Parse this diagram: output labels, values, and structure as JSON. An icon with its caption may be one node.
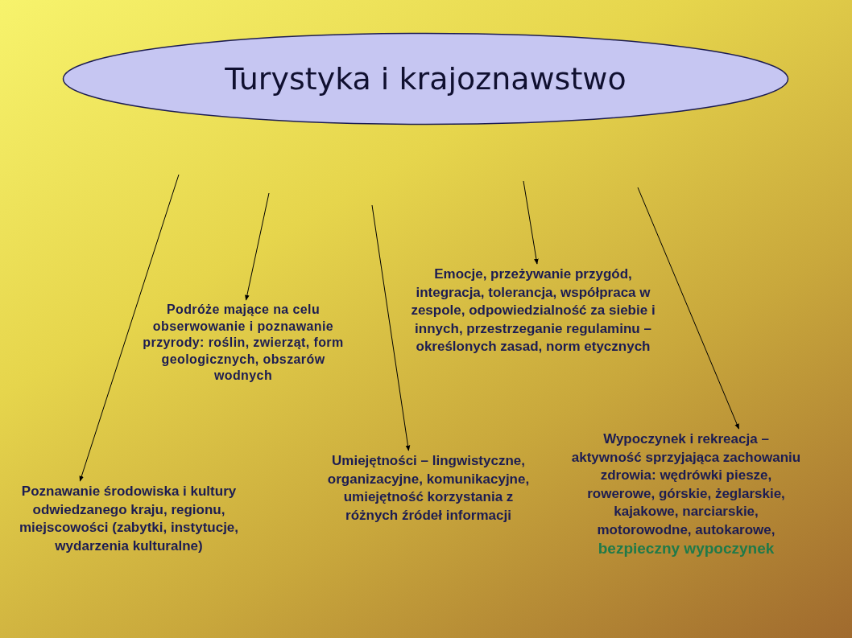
{
  "diagram": {
    "nodes": [
      {
        "text": [
          "Turystyka i krajoznawstwo"
        ]
      },
      {
        "text": [
          "Poznawanie środowiska i kultury odwiedzanego kraju, regionu, miejscowości (zabytki, instytucje, wydarzenia kulturalne)"
        ]
      },
      {
        "text": [
          "Podróże mające na celu obserwowanie i poznawanie przyrody: roślin, zwierząt, form geologicznych, obszarów wodnych"
        ]
      },
      {
        "text": [
          "Umiejętności – lingwistyczne, organizacyjne, komunikacyjne, umiejętność korzystania z różnych źródeł informacji"
        ]
      },
      {
        "text": [
          "Emocje, przeżywanie przygód, integracja, tolerancja, współpraca w zespole, odpowiedzialność za siebie i innych, przestrzeganie regulaminu – określonych zasad, norm etycznych"
        ]
      },
      {
        "text": [
          "Wypoczynek i rekreacja – aktywność sprzyjająca zachowaniu zdrowia: wędrówki piesze, rowerowe, górskie, żeglarskie, kajakowe, narciarskie, motorowodne, autokarowe,",
          "bezpieczny wypoczynek"
        ]
      }
    ],
    "edges": [
      {
        "from": null,
        "to": 1,
        "arrow": "to"
      },
      {
        "from": null,
        "to": 2,
        "arrow": "to"
      },
      {
        "from": null,
        "to": 3,
        "arrow": "to"
      },
      {
        "from": null,
        "to": 4,
        "arrow": "to"
      },
      {
        "from": null,
        "to": 5,
        "arrow": "to"
      }
    ]
  }
}
